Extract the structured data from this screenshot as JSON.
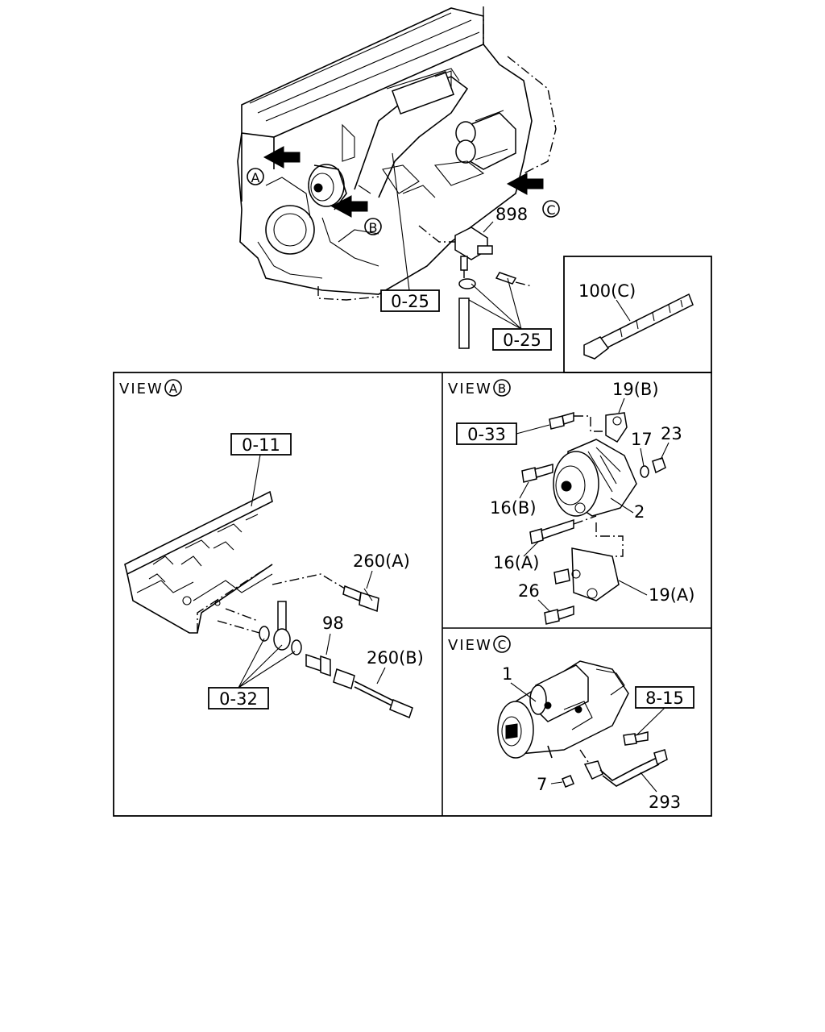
{
  "engine": {
    "view_markers": [
      "A",
      "B",
      "C"
    ],
    "labels": {
      "sensor": "898",
      "ref_left": "0-25",
      "ref_right": "0-25"
    }
  },
  "inset": {
    "tie_label": "100(C)"
  },
  "view_a": {
    "title": "VIEW",
    "marker": "A",
    "refs": {
      "head": "0-11",
      "washers": "0-32"
    },
    "parts": {
      "sensor_a": "260(A)",
      "bolt": "98",
      "sensor_b": "260(B)"
    }
  },
  "view_b": {
    "title": "VIEW",
    "marker": "B",
    "refs": {
      "bolt": "0-33"
    },
    "parts": {
      "bracket_b": "19(B)",
      "washer": "17",
      "nut": "23",
      "bolt_16b": "16(B)",
      "alternator": "2",
      "bolt_16a": "16(A)",
      "bolt_26": "26",
      "bracket_a": "19(A)"
    }
  },
  "view_c": {
    "title": "VIEW",
    "marker": "C",
    "refs": {
      "cable": "8-15"
    },
    "parts": {
      "starter": "1",
      "nut": "7",
      "cable": "293"
    }
  }
}
